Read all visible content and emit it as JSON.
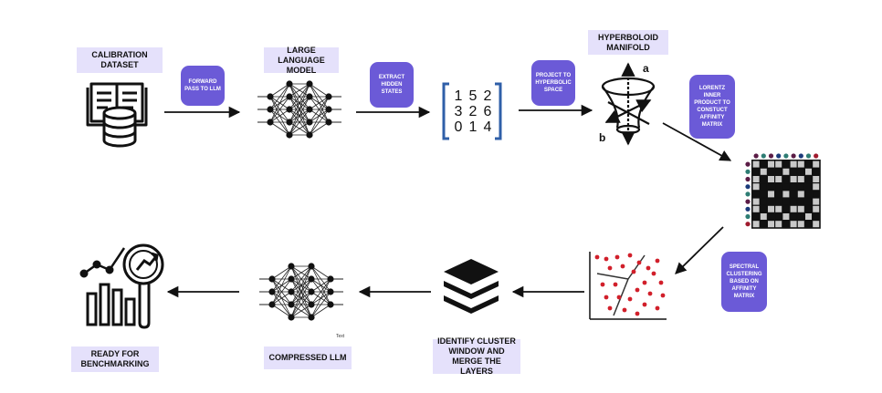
{
  "nodes": {
    "calibration": "CALIBRATION\nDATASET",
    "llm": "LARGE LANGUAGE\nMODEL",
    "hyperboloid": "HYPERBOLOID\nMANIFOLD",
    "compressed": "COMPRESSED LLM",
    "identify": "IDENTIFY CLUSTER\nWINDOW AND\nMERGE THE LAYERS",
    "ready": "READY FOR\nBENCHMARKING"
  },
  "edges": {
    "forward": "FORWARD\nPASS TO LLM",
    "extract": "EXTRACT\nHIDDEN\nSTATES",
    "project": "PROJECT TO\nHYPERBOLIC\nSPACE",
    "lorentz": "LORENTZ\nINNER\nPRODUCT TO\nCONSTUCT\nAFFINITY\nMATRIX",
    "spectral": "SPECTRAL\nCLUSTERING\nBASED ON\nAFFINITY\nMATRIX"
  },
  "matrix": {
    "rows": [
      [
        "1",
        "5",
        "2"
      ],
      [
        "3",
        "2",
        "6"
      ],
      [
        "0",
        "1",
        "4"
      ]
    ]
  },
  "axes": {
    "a": "a",
    "b": "b"
  },
  "stray_text": "Text",
  "colors": {
    "label_bg": "#e5e1fb",
    "pill_bg": "#6b5ad7",
    "accent_blue": "#2f5fa8",
    "point_red": "#d11f2a"
  }
}
